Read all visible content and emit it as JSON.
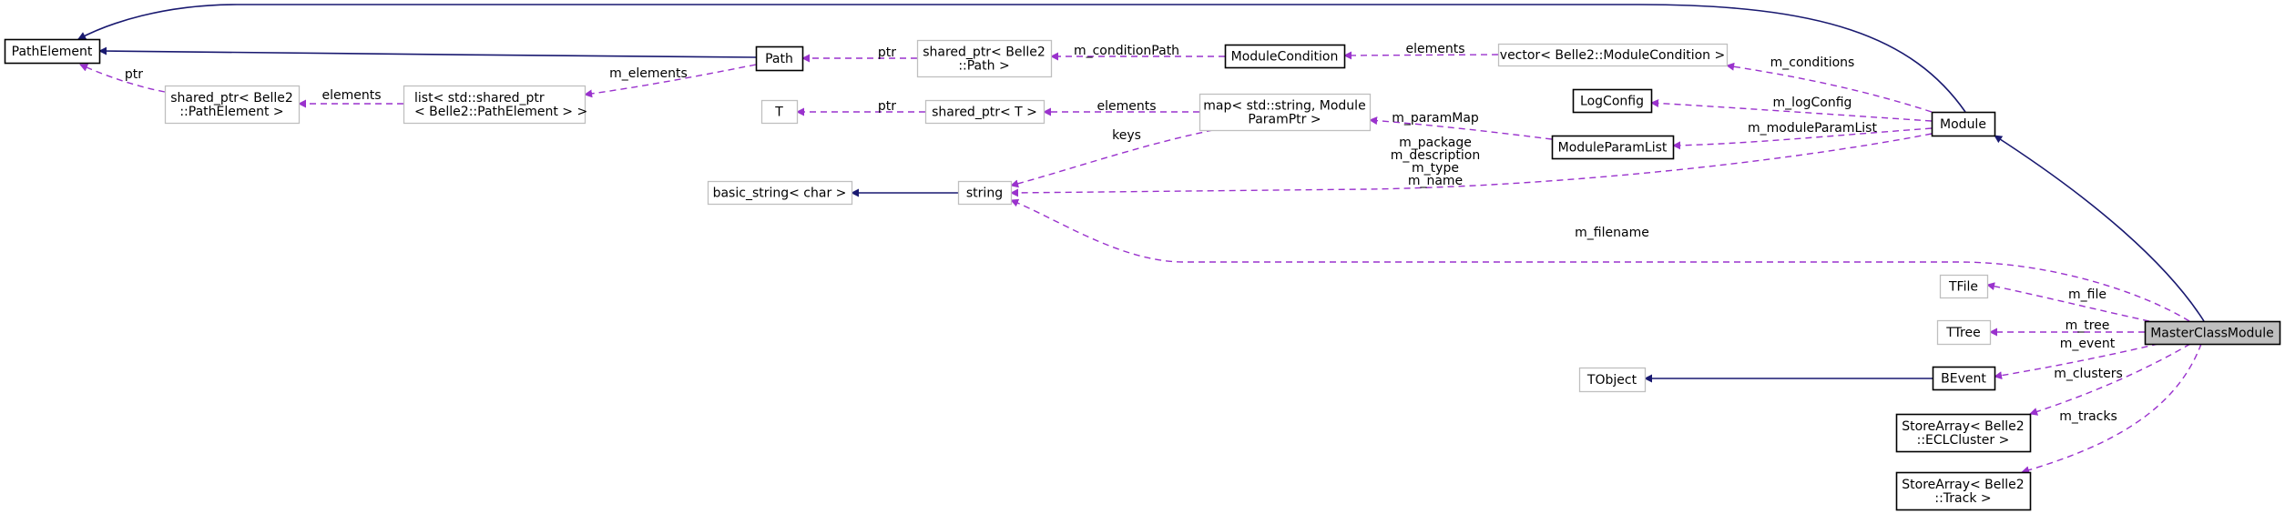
{
  "diagram": {
    "type": "doxygen-collaboration-graph",
    "colors": {
      "inheritance_edge": "#191970",
      "usage_edge": "#9a32cd",
      "documented_border": "#000000",
      "undocumented_border": "#bfbfbf",
      "focus_fill": "#bfbfbf",
      "node_fill": "#ffffff"
    },
    "nodes": [
      {
        "id": "PathElement",
        "lines": [
          "PathElement"
        ],
        "style": "documented"
      },
      {
        "id": "SharedPtrPathElement",
        "lines": [
          "shared_ptr< Belle2",
          "::PathElement >"
        ],
        "style": "undocumented"
      },
      {
        "id": "ListSharedPtr",
        "lines": [
          "list< std::shared_ptr",
          "< Belle2::PathElement > >"
        ],
        "style": "undocumented",
        "align": "left"
      },
      {
        "id": "Path",
        "lines": [
          "Path"
        ],
        "style": "documented"
      },
      {
        "id": "SharedPtrPath",
        "lines": [
          "shared_ptr< Belle2",
          "::Path >"
        ],
        "style": "undocumented"
      },
      {
        "id": "ModuleCondition",
        "lines": [
          "ModuleCondition"
        ],
        "style": "documented"
      },
      {
        "id": "VectorModuleCondition",
        "lines": [
          "vector< Belle2::ModuleCondition >"
        ],
        "style": "undocumented"
      },
      {
        "id": "T",
        "lines": [
          "T"
        ],
        "style": "undocumented"
      },
      {
        "id": "SharedPtrT",
        "lines": [
          "shared_ptr< T >"
        ],
        "style": "undocumented"
      },
      {
        "id": "MapParam",
        "lines": [
          "map< std::string, Module",
          "ParamPtr >"
        ],
        "style": "undocumented"
      },
      {
        "id": "LogConfig",
        "lines": [
          "LogConfig"
        ],
        "style": "documented"
      },
      {
        "id": "ModuleParamList",
        "lines": [
          "ModuleParamList"
        ],
        "style": "documented"
      },
      {
        "id": "Module",
        "lines": [
          "Module"
        ],
        "style": "documented"
      },
      {
        "id": "BasicString",
        "lines": [
          "basic_string< char >"
        ],
        "style": "undocumented"
      },
      {
        "id": "String",
        "lines": [
          "string"
        ],
        "style": "undocumented"
      },
      {
        "id": "TFile",
        "lines": [
          "TFile"
        ],
        "style": "undocumented"
      },
      {
        "id": "TTree",
        "lines": [
          "TTree"
        ],
        "style": "undocumented"
      },
      {
        "id": "MasterClassModule",
        "lines": [
          "MasterClassModule"
        ],
        "style": "focus"
      },
      {
        "id": "TObject",
        "lines": [
          "TObject"
        ],
        "style": "undocumented"
      },
      {
        "id": "BEvent",
        "lines": [
          "BEvent"
        ],
        "style": "documented"
      },
      {
        "id": "StoreArrayECL",
        "lines": [
          "StoreArray< Belle2",
          "::ECLCluster >"
        ],
        "style": "documented"
      },
      {
        "id": "StoreArrayTrack",
        "lines": [
          "StoreArray< Belle2",
          "::Track >"
        ],
        "style": "documented"
      }
    ],
    "edges": [
      {
        "from": "Module",
        "to": "PathElement",
        "kind": "inheritance",
        "label": []
      },
      {
        "from": "Path",
        "to": "PathElement",
        "kind": "inheritance",
        "label": []
      },
      {
        "from": "SharedPtrPathElement",
        "to": "PathElement",
        "kind": "usage",
        "label": [
          "ptr"
        ]
      },
      {
        "from": "ListSharedPtr",
        "to": "SharedPtrPathElement",
        "kind": "usage",
        "label": [
          "elements"
        ]
      },
      {
        "from": "Path",
        "to": "ListSharedPtr",
        "kind": "usage",
        "label": [
          "m_elements"
        ]
      },
      {
        "from": "SharedPtrPath",
        "to": "Path",
        "kind": "usage",
        "label": [
          "ptr"
        ]
      },
      {
        "from": "ModuleCondition",
        "to": "SharedPtrPath",
        "kind": "usage",
        "label": [
          "m_conditionPath"
        ]
      },
      {
        "from": "VectorModuleCondition",
        "to": "ModuleCondition",
        "kind": "usage",
        "label": [
          "elements"
        ]
      },
      {
        "from": "Module",
        "to": "VectorModuleCondition",
        "kind": "usage",
        "label": [
          "m_conditions"
        ]
      },
      {
        "from": "SharedPtrT",
        "to": "T",
        "kind": "usage",
        "label": [
          "ptr"
        ]
      },
      {
        "from": "MapParam",
        "to": "SharedPtrT",
        "kind": "usage",
        "label": [
          "elements"
        ]
      },
      {
        "from": "MapParam",
        "to": "String",
        "kind": "usage",
        "label": [
          "keys"
        ]
      },
      {
        "from": "ModuleParamList",
        "to": "MapParam",
        "kind": "usage",
        "label": [
          "m_paramMap"
        ]
      },
      {
        "from": "Module",
        "to": "LogConfig",
        "kind": "usage",
        "label": [
          "m_logConfig"
        ]
      },
      {
        "from": "Module",
        "to": "ModuleParamList",
        "kind": "usage",
        "label": [
          "m_moduleParamList"
        ]
      },
      {
        "from": "Module",
        "to": "String",
        "kind": "usage",
        "label": [
          "m_package",
          "m_description",
          "m_type",
          "m_name"
        ]
      },
      {
        "from": "String",
        "to": "BasicString",
        "kind": "inheritance",
        "label": []
      },
      {
        "from": "MasterClassModule",
        "to": "String",
        "kind": "usage",
        "label": [
          "m_filename"
        ]
      },
      {
        "from": "MasterClassModule",
        "to": "Module",
        "kind": "inheritance",
        "label": []
      },
      {
        "from": "MasterClassModule",
        "to": "TFile",
        "kind": "usage",
        "label": [
          "m_file"
        ]
      },
      {
        "from": "MasterClassModule",
        "to": "TTree",
        "kind": "usage",
        "label": [
          "m_tree"
        ]
      },
      {
        "from": "MasterClassModule",
        "to": "BEvent",
        "kind": "usage",
        "label": [
          "m_event"
        ]
      },
      {
        "from": "BEvent",
        "to": "TObject",
        "kind": "inheritance",
        "label": []
      },
      {
        "from": "MasterClassModule",
        "to": "StoreArrayECL",
        "kind": "usage",
        "label": [
          "m_clusters"
        ]
      },
      {
        "from": "MasterClassModule",
        "to": "StoreArrayTrack",
        "kind": "usage",
        "label": [
          "m_tracks"
        ]
      }
    ]
  }
}
